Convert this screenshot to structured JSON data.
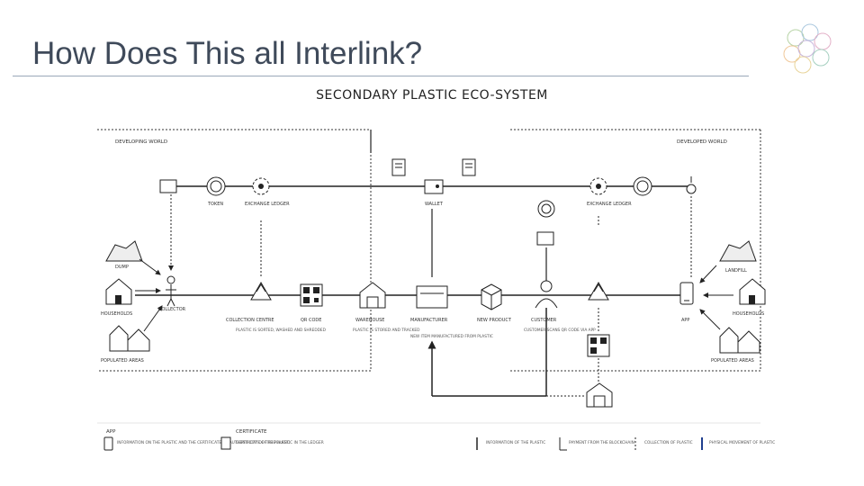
{
  "slide": {
    "title": "How Does This all Interlink?",
    "diagram_title": "SECONDARY PLASTIC ECO-SYSTEM"
  },
  "regions": {
    "developing": "DEVELOPING WORLD",
    "developed": "DEVELOPED WORLD"
  },
  "labels": {
    "token": "TOKEN",
    "exchange_ledger": "EXCHANGE LEDGER",
    "wallet": "WALLET",
    "exchange_2": "EXCHANGE LEDGER",
    "dump": "DUMP",
    "households": "HOUSEHOLDS",
    "collector": "COLLECTOR",
    "populated_areas": "POPULATED AREAS",
    "collection_centre": "COLLECTION CENTRE",
    "qr_code": "QR CODE",
    "warehouse": "WAREHOUSE",
    "manufacturer": "MANUFACTURER",
    "new_product": "NEW PRODUCT",
    "customer": "CUSTOMER",
    "app": "APP",
    "landfill": "LANDFILL",
    "households_2": "HOUSEHOLDS",
    "populated_areas_2": "POPULATED AREAS"
  },
  "notes": {
    "collection": "PLASTIC IS SORTED, WASHED AND SHREDDED",
    "warehouse": "PLASTIC IS STORED AND TRACKED",
    "manufacturer": "NEW ITEM MANUFACTURED FROM PLASTIC",
    "customer": "CUSTOMER SCANS QR CODE VIA APP"
  },
  "legend": {
    "app_title": "APP",
    "app_text": "INFORMATION ON THE PLASTIC AND THE CERTIFICATE OF AUTHENTICITY OF THE PLASTIC",
    "certificate_title": "CERTIFICATE",
    "certificate_text": "CERTIFICATE OF THE PLASTIC IN THE LEDGER",
    "key_1": "INFORMATION OF THE PLASTIC",
    "key_2": "PAYMENT FROM THE BLOCKCHAIN",
    "key_3": "COLLECTION OF PLASTIC",
    "key_4": "PHYSICAL MOVEMENT OF PLASTIC"
  }
}
